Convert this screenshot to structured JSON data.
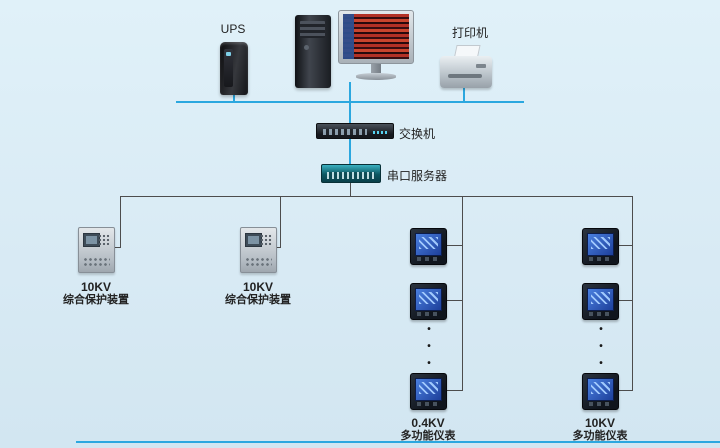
{
  "colors": {
    "bg": "#d8eaf4",
    "line-blue": "#2ba7df",
    "line-dark": "#4d4d4d",
    "label": "#222222"
  },
  "labels": {
    "ups": "UPS",
    "printer": "打印机",
    "switch": "交换机",
    "serial_server": "串口服务器",
    "dot": "•"
  },
  "devices": {
    "protection_1": {
      "kv": "10KV",
      "name": "综合保护装置"
    },
    "protection_2": {
      "kv": "10KV",
      "name": "综合保护装置"
    },
    "meter_column_1": {
      "kv": "0.4KV",
      "name": "多功能仪表"
    },
    "meter_column_2": {
      "kv": "10KV",
      "name": "多功能仪表"
    }
  }
}
